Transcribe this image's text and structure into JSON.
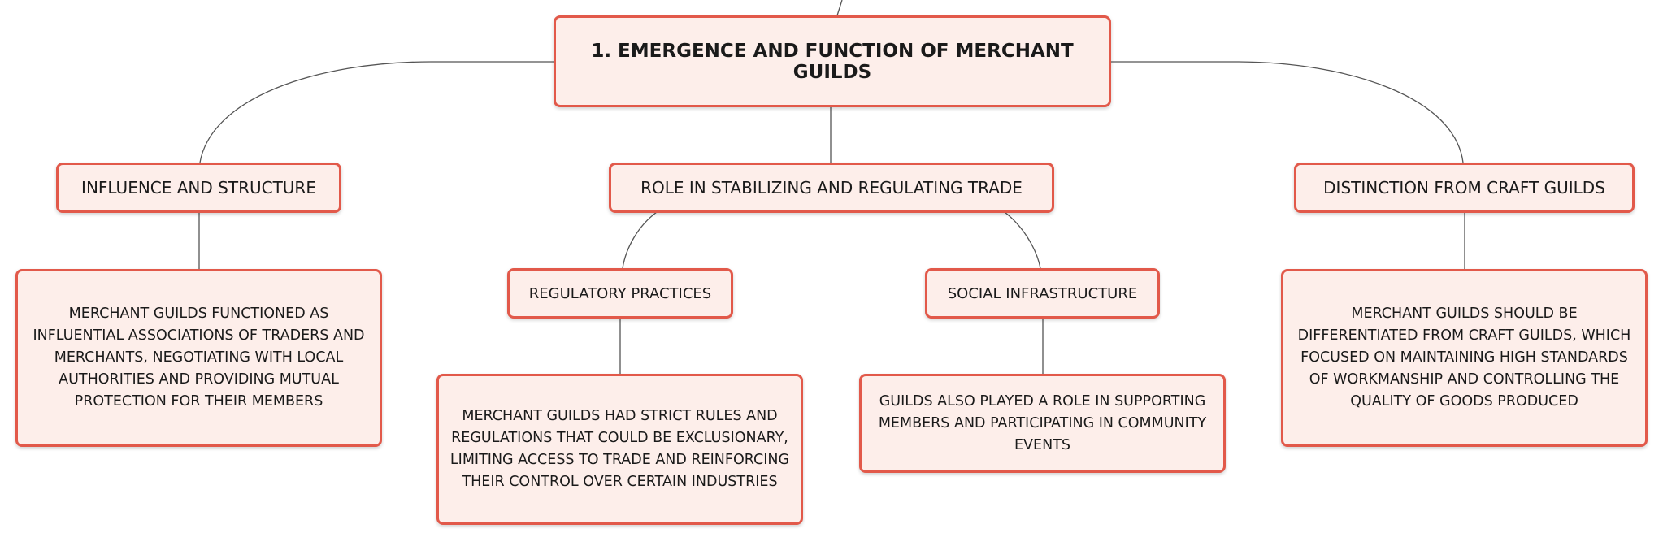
{
  "colors": {
    "node_fill": "#fdeeea",
    "node_border": "#e2594a",
    "connector": "#555555"
  },
  "root": {
    "title": "1. EMERGENCE AND FUNCTION OF MERCHANT GUILDS"
  },
  "branches": {
    "influence": {
      "title": "INFLUENCE AND STRUCTURE",
      "detail": "MERCHANT GUILDS FUNCTIONED AS INFLUENTIAL ASSOCIATIONS OF TRADERS AND MERCHANTS, NEGOTIATING WITH LOCAL AUTHORITIES AND PROVIDING MUTUAL PROTECTION FOR THEIR MEMBERS"
    },
    "role": {
      "title": "ROLE IN STABILIZING AND REGULATING TRADE",
      "regulatory": {
        "title": "REGULATORY PRACTICES",
        "detail": "MERCHANT GUILDS HAD STRICT RULES AND REGULATIONS THAT COULD BE EXCLUSIONARY, LIMITING ACCESS TO TRADE AND REINFORCING THEIR CONTROL OVER CERTAIN INDUSTRIES"
      },
      "social": {
        "title": "SOCIAL INFRASTRUCTURE",
        "detail": "GUILDS ALSO PLAYED A ROLE IN SUPPORTING MEMBERS AND PARTICIPATING IN COMMUNITY EVENTS"
      }
    },
    "distinction": {
      "title": "DISTINCTION FROM CRAFT GUILDS",
      "detail": "MERCHANT GUILDS SHOULD BE DIFFERENTIATED FROM CRAFT GUILDS, WHICH FOCUSED ON MAINTAINING HIGH STANDARDS OF WORKMANSHIP AND CONTROLLING THE QUALITY OF GOODS PRODUCED"
    }
  }
}
